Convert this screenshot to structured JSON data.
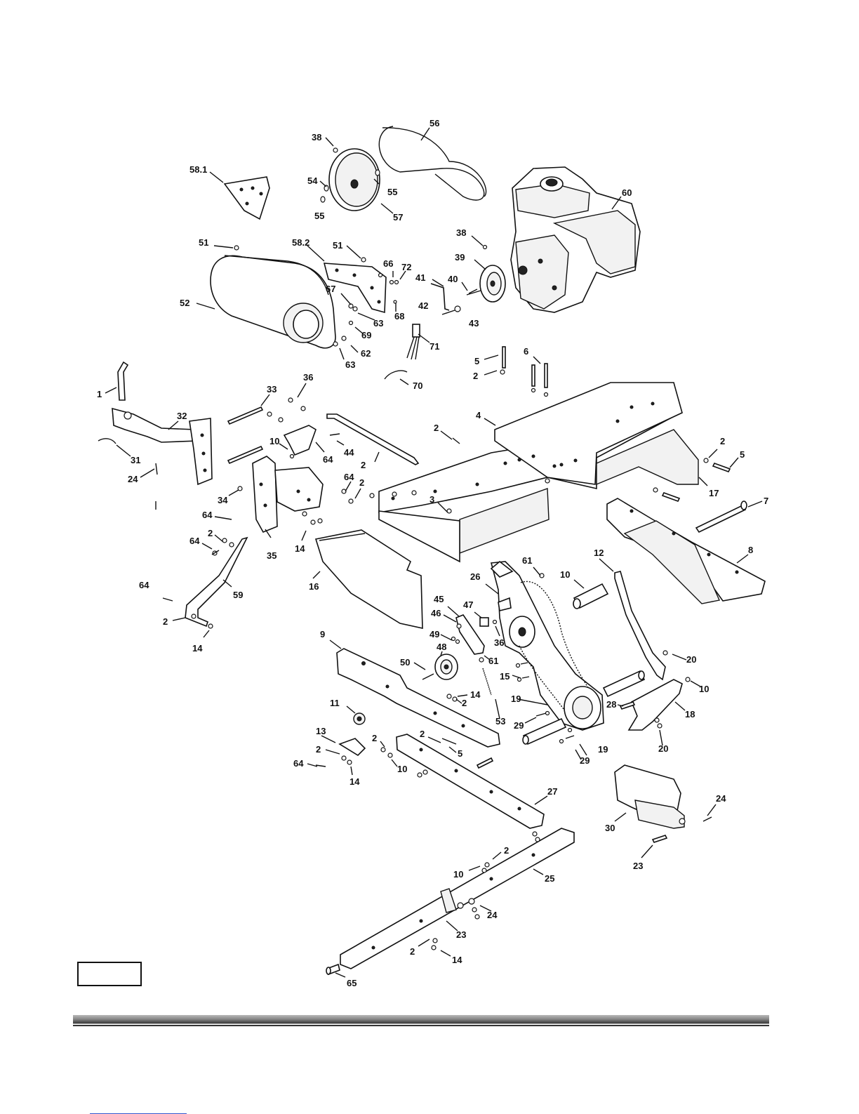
{
  "diagram": {
    "type": "exploded parts diagram",
    "part_labels": [
      "58.1",
      "38",
      "56",
      "54",
      "55",
      "55",
      "57",
      "60",
      "51",
      "58.2",
      "51",
      "66",
      "72",
      "52",
      "38",
      "39",
      "40",
      "41",
      "42",
      "43",
      "67",
      "63",
      "69",
      "62",
      "63",
      "68",
      "71",
      "1",
      "33",
      "36",
      "32",
      "31",
      "24",
      "70",
      "5",
      "2",
      "6",
      "4",
      "2",
      "2",
      "10",
      "64",
      "44",
      "2",
      "5",
      "17",
      "64",
      "2",
      "7",
      "34",
      "64",
      "35",
      "14",
      "3",
      "2",
      "64",
      "59",
      "64",
      "2",
      "14",
      "16",
      "8",
      "61",
      "10",
      "12",
      "26",
      "45",
      "47",
      "46",
      "49",
      "36",
      "48",
      "61",
      "9",
      "50",
      "15",
      "14",
      "2",
      "20",
      "10",
      "19",
      "28",
      "18",
      "53",
      "11",
      "29",
      "20",
      "13",
      "2",
      "2",
      "5",
      "2",
      "19",
      "29",
      "64",
      "14",
      "10",
      "27",
      "24",
      "30",
      "23",
      "10",
      "2",
      "25",
      "24",
      "23",
      "2",
      "14",
      "65"
    ]
  }
}
